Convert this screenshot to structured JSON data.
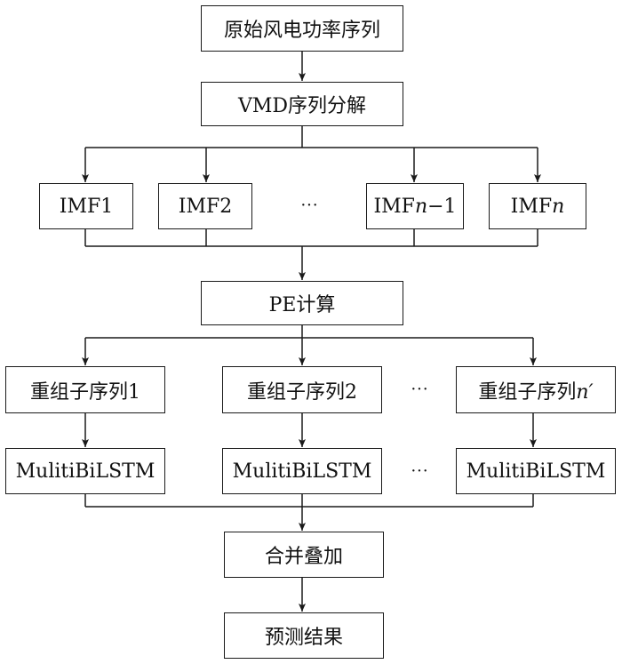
{
  "nodes": {
    "original_series": "原始风电功率序列",
    "vmd": "VMD序列分解",
    "imf1": "IMF1",
    "imf2": "IMF2",
    "imf_ellipsis": "···",
    "imfn1_prefix": "IMF",
    "imfn1_var": "n",
    "imfn1_suffix": "−1",
    "imfn_prefix": "IMF",
    "imfn_var": "n",
    "pe": "PE计算",
    "recomb1": "重组子序列1",
    "recomb2": "重组子序列2",
    "recomb_ellipsis": "···",
    "recombn_prefix": "重组子序列",
    "recombn_var": "n′",
    "model1": "MulitiBiLSTM",
    "model2": "MulitiBiLSTM",
    "model_ellipsis": "···",
    "modeln": "MulitiBiLSTM",
    "merge": "合并叠加",
    "result": "预测结果"
  },
  "colors": {
    "line": "#1a1a1a",
    "text": "#111111"
  }
}
